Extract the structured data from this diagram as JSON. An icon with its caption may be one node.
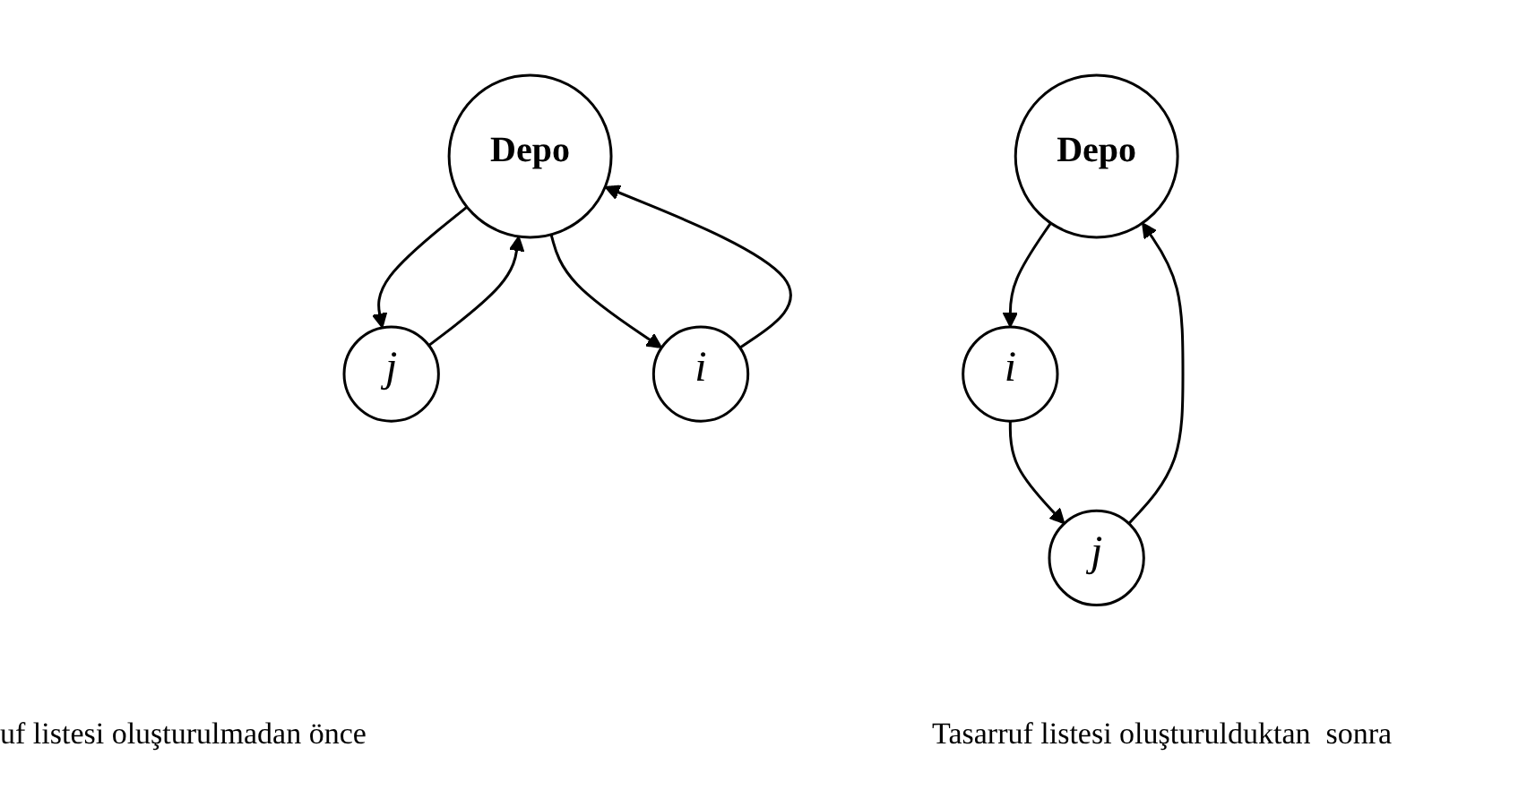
{
  "diagram": {
    "nodes": [
      {
        "text": [
          "Depo"
        ]
      },
      {
        "text": [
          "j"
        ]
      },
      {
        "text": [
          "i"
        ]
      },
      {
        "text": [
          "Depo"
        ]
      },
      {
        "text": [
          "j"
        ]
      },
      {
        "text": [
          "i"
        ]
      }
    ],
    "edges": [
      {
        "from": 0,
        "to": 1,
        "arrow": "to"
      },
      {
        "from": 1,
        "to": 0,
        "arrow": "to"
      },
      {
        "from": 0,
        "to": 2,
        "arrow": "to"
      },
      {
        "from": 2,
        "to": 0,
        "arrow": "to"
      },
      {
        "from": 3,
        "to": 5,
        "arrow": "to"
      },
      {
        "from": 5,
        "to": 4,
        "arrow": "to"
      },
      {
        "from": 4,
        "to": 3,
        "arrow": "to"
      }
    ],
    "labels": [
      "uf listesi oluşturulmadan önce",
      "Tasarruf listesi oluşturulduktan  sonra"
    ]
  }
}
